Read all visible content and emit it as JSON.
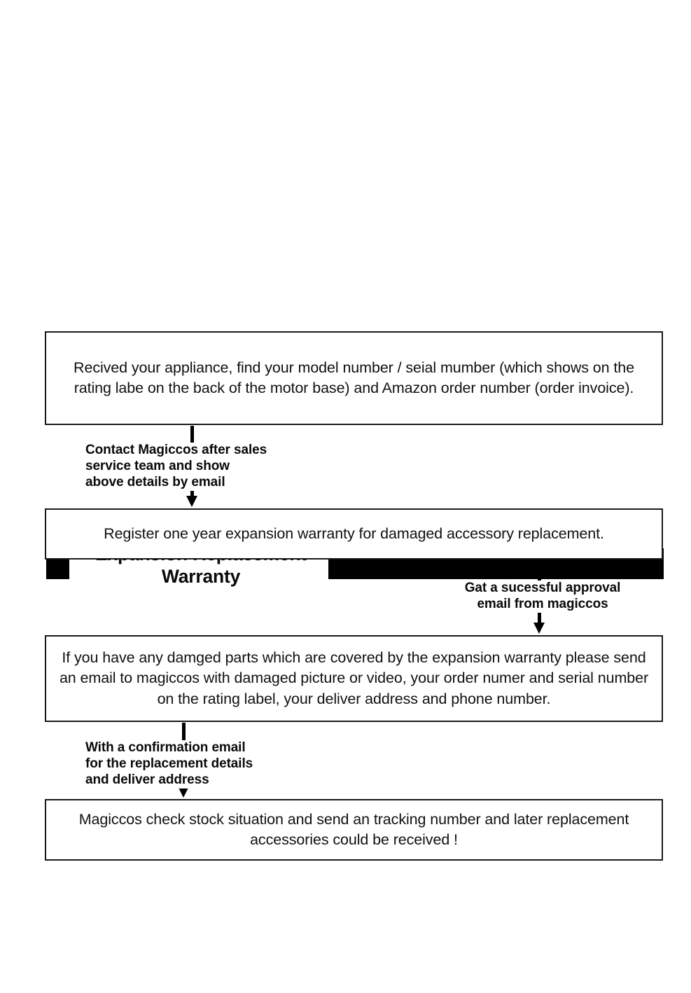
{
  "header": {
    "title": "Expansion Replacement Warranty",
    "square_icon": "black-square-bullet",
    "redaction_bar": "black-bar",
    "colors": {
      "ink": "#000000",
      "bar": "#000000",
      "paper": "#ffffff"
    }
  },
  "flow": {
    "steps": [
      {
        "id": "step-1",
        "text": "Recived your appliance, find your model number  / seial mumber (which shows on the rating labe on the back of the motor base) and Amazon order number (order invoice)."
      },
      {
        "id": "step-2",
        "text": "Register one year expansion warranty for damaged accessory replacement."
      },
      {
        "id": "step-3",
        "text": "If you have any damged parts which are covered by the expansion warranty please send an email to magiccos with damaged picture or video, your order numer and serial number on the rating label, your deliver address and phone number."
      },
      {
        "id": "step-4",
        "text": "Magiccos check stock situation and send an tracking number and later replacement accessories could be received !"
      }
    ],
    "connectors": [
      {
        "id": "connector-1",
        "from": "step-1",
        "to": "step-2",
        "label": "Contact Magiccos after sales\nservice team and show\nabove details by email",
        "icon": "arrow-down-icon"
      },
      {
        "id": "connector-2",
        "from": "step-2",
        "to": "step-3",
        "label": "Gat a sucessful approval\nemail from magiccos",
        "icon": "arrow-down-icon"
      },
      {
        "id": "connector-3",
        "from": "step-3",
        "to": "step-4",
        "label": "With a confirmation email\nfor the replacement details\nand deliver address",
        "icon": "arrow-down-icon"
      }
    ]
  }
}
